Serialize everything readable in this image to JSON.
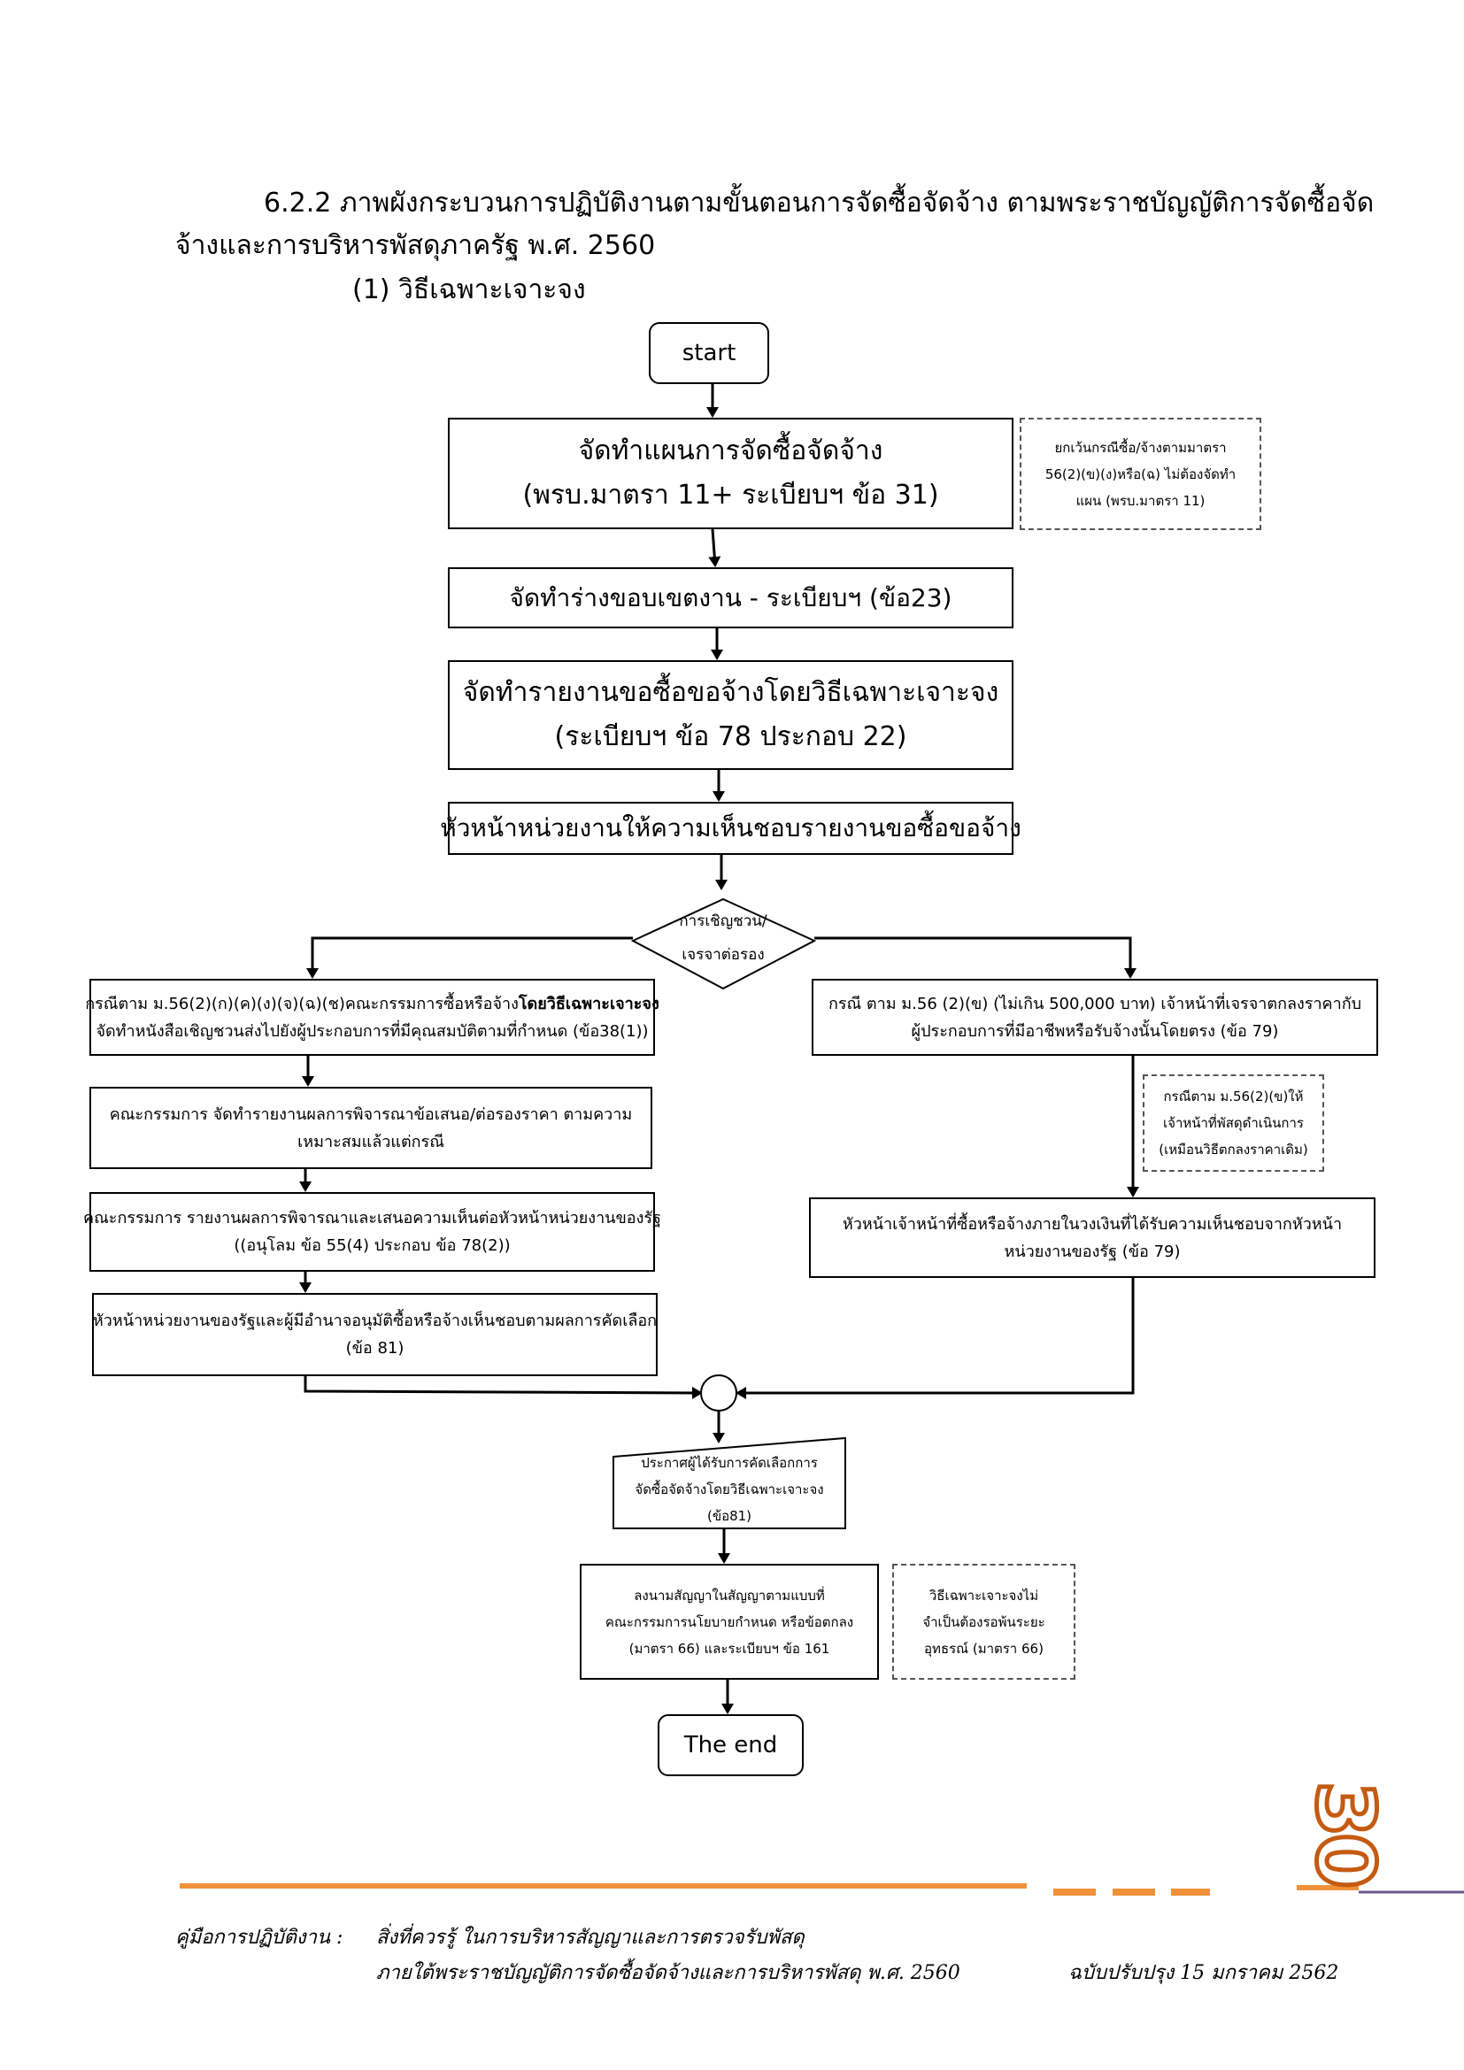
{
  "heading": {
    "line1": "6.2.2 ภาพผังกระบวนการปฏิบัติงานตามขั้นตอนการจัดซื้อจัดจ้าง ตามพระราชบัญญัติการจัดซื้อจัด",
    "line2": "จ้างและการบริหารพัสดุภาครัฐ พ.ศ. 2560",
    "line3": "(1) วิธีเฉพาะเจาะจง"
  },
  "flowchart": {
    "start": "start",
    "end": "The end",
    "step_plan": [
      "จัดทำแผนการจัดซื้อจัดจ้าง",
      "(พรบ.มาตรา 11+ ระเบียบฯ ข้อ 31)"
    ],
    "note_plan": [
      "ยกเว้นกรณีซื้อ/จ้างตามมาตรา",
      "56(2)(ข)(ง)หรือ(ฉ) ไม่ต้องจัดทำ",
      "แผน (พรบ.มาตรา 11)"
    ],
    "step_scope": "จัดทำร่างขอบเขตงาน - ระเบียบฯ (ข้อ23)",
    "step_report": [
      "จัดทำรายงานขอซื้อขอจ้างโดยวิธีเฉพาะเจาะจง",
      "(ระเบียบฯ ข้อ 78 ประกอบ 22)"
    ],
    "step_head_approve": "หัวหน้าหน่วยงานให้ความเห็นชอบรายงานขอซื้อขอจ้าง",
    "decision": [
      "การเชิญชวน/",
      "เจรจาต่อรอง"
    ],
    "left_1": {
      "line1_prefix": "กรณีตาม ม.56(2)(ก)(ค)(ง)(จ)(ฉ)(ช)คณะกรรมการซื้อหรือจ้าง",
      "line1_bold": "โดยวิธีเฉพาะเจาะจง",
      "line2": "จัดทำหนังสือเชิญชวนส่งไปยังผู้ประกอบการที่มีคุณสมบัติตามที่กำหนด (ข้อ38(1))"
    },
    "left_2": [
      "คณะกรรมการ จัดทำรายงานผลการพิจารณาข้อเสนอ/ต่อรองราคา ตามความ",
      "เหมาะสมแล้วแต่กรณี"
    ],
    "left_3": [
      "คณะกรรมการ รายงานผลการพิจารณาและเสนอความเห็นต่อหัวหน้าหน่วยงานของรัฐ",
      "((อนุโลม ข้อ 55(4) ประกอบ ข้อ 78(2))"
    ],
    "left_4": [
      "หัวหน้าหน่วยงานของรัฐและผู้มีอำนาจอนุมัติซื้อหรือจ้างเห็นชอบตามผลการคัดเลือก",
      "(ข้อ 81)"
    ],
    "right_1": [
      "กรณี ตาม ม.56 (2)(ข) (ไม่เกิน 500,000 บาท) เจ้าหน้าที่เจรจาตกลงราคากับ",
      "ผู้ประกอบการที่มีอาชีพหรือรับจ้างนั้นโดยตรง (ข้อ 79)"
    ],
    "right_note": [
      "กรณีตาม ม.56(2)(ข)ให้",
      "เจ้าหน้าที่พัสดุดำเนินการ",
      "(เหมือนวิธีตกลงราคาเดิม)"
    ],
    "right_2": [
      "หัวหน้าเจ้าหน้าที่ซื้อหรือจ้างภายในวงเงินที่ได้รับความเห็นชอบจากหัวหน้า",
      "หน่วยงานของรัฐ (ข้อ 79)"
    ],
    "announce": [
      "ประกาศผู้ได้รับการคัดเลือกการ",
      "จัดซื้อจัดจ้างโดยวิธีเฉพาะเจาะจง",
      "(ข้อ81)"
    ],
    "contract": [
      "ลงนามสัญญาในสัญญาตามแบบที่",
      "คณะกรรมการนโยบายกำหนด หรือข้อตกลง",
      "(มาตรา 66) และระเบียบฯ ข้อ 161"
    ],
    "contract_note": [
      "วิธีเฉพาะเจาะจงไม่",
      "จำเป็นต้องรอพ้นระยะ",
      "อุทธรณ์ (มาตรา 66)"
    ]
  },
  "page_number": "30",
  "footer": {
    "label": "คู่มือการปฏิบัติงาน  :",
    "title_line1": "สิ่งที่ควรรู้ ในการบริหารสัญญาและการตรวจรับพัสดุ",
    "title_line2": "ภายใต้พระราชบัญญัติการจัดซื้อจัดจ้างและการบริหารพัสดุ พ.ศ. 2560",
    "edition": "ฉบับปรับปรุง  15  มกราคม 2562"
  },
  "colors": {
    "accent_orange": "#f0913a",
    "page_number_orange": "#c55a11",
    "rule_purple": "#6b5a8c"
  }
}
